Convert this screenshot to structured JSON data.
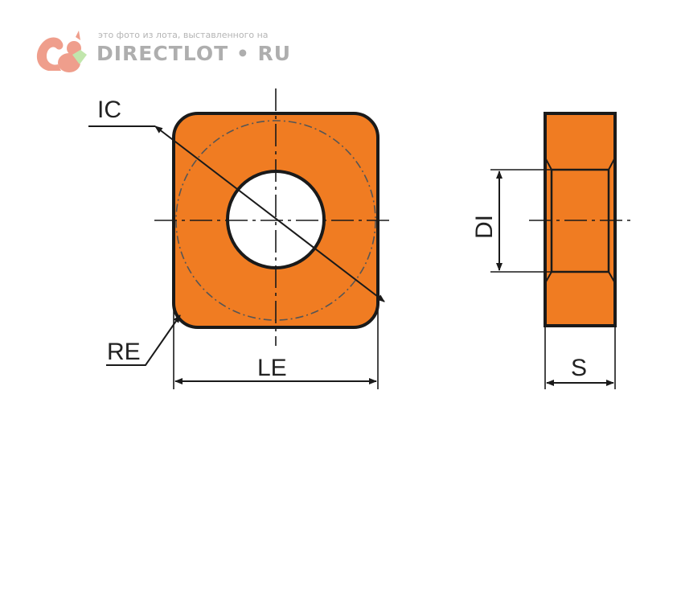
{
  "watermark": {
    "caption": "это фото из лота, выставленного на",
    "brand": "DIRECTLOT • RU"
  },
  "labels": {
    "ic": "IC",
    "re": "RE",
    "le": "LE",
    "di": "DI",
    "s": "S"
  },
  "colors": {
    "insert_fill": "#f07c22",
    "outline": "#1a1a1a",
    "watermark": "#e3502f"
  }
}
